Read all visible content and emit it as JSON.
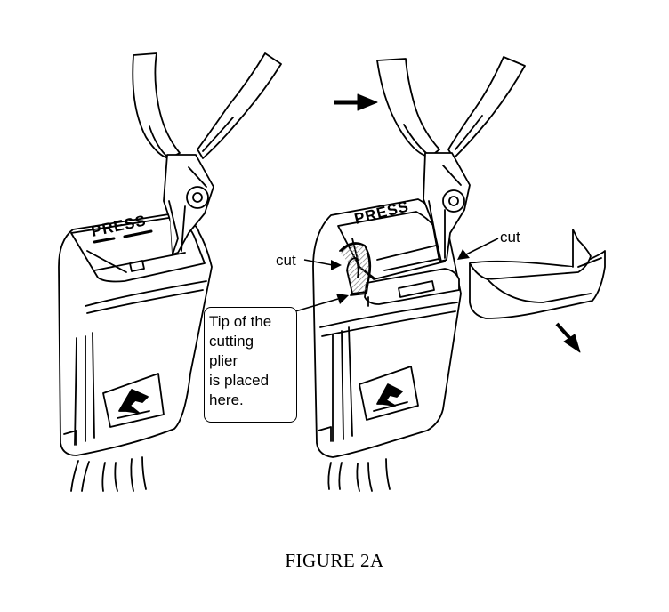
{
  "figure": {
    "caption": "FIGURE 2A"
  },
  "buckle_left": {
    "press_text": "PRESS"
  },
  "buckle_right": {
    "press_text": "PRESS"
  },
  "labels": {
    "cut_left": "cut",
    "cut_right": "cut",
    "tip_box_lines": [
      "Tip  of the",
      "cutting",
      "plier",
      "is placed",
      "here."
    ]
  },
  "icons": {
    "plier_left": "cutting-plier-icon",
    "plier_right": "cutting-plier-icon",
    "arrow_right": "arrow-right-icon",
    "arrow_down_right": "arrow-down-right-icon",
    "release_button_left": "release-arrow-icon",
    "release_button_right": "release-arrow-icon"
  },
  "colors": {
    "ink": "#000000",
    "paper": "#ffffff",
    "hatch": "#777777"
  }
}
